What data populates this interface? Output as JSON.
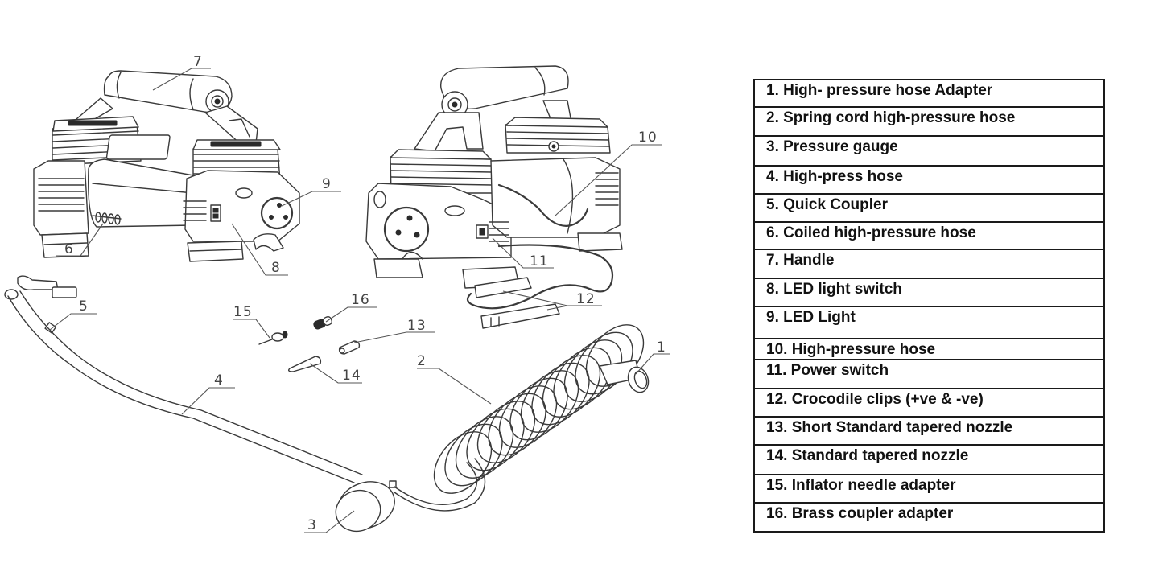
{
  "diagram": {
    "title": "Air compressor exploded parts diagram",
    "callouts": [
      {
        "number": "1",
        "part": "high-pressure-hose-adapter"
      },
      {
        "number": "2",
        "part": "spring-cord-high-pressure-hose"
      },
      {
        "number": "3",
        "part": "pressure-gauge"
      },
      {
        "number": "4",
        "part": "high-press-hose"
      },
      {
        "number": "5",
        "part": "quick-coupler"
      },
      {
        "number": "6",
        "part": "coiled-high-pressure-hose"
      },
      {
        "number": "7",
        "part": "handle"
      },
      {
        "number": "8",
        "part": "led-light-switch"
      },
      {
        "number": "9",
        "part": "led-light"
      },
      {
        "number": "10",
        "part": "high-pressure-hose"
      },
      {
        "number": "11",
        "part": "power-switch"
      },
      {
        "number": "12",
        "part": "crocodile-clips"
      },
      {
        "number": "13",
        "part": "short-standard-tapered-nozzle"
      },
      {
        "number": "14",
        "part": "standard-tapered-nozzle"
      },
      {
        "number": "15",
        "part": "inflator-needle-adapter"
      },
      {
        "number": "16",
        "part": "brass-coupler-adapter"
      }
    ]
  },
  "parts_list": [
    "1. High- pressure hose Adapter",
    "2. Spring cord high-pressure hose",
    "3. Pressure gauge",
    "4. High-press hose",
    "5. Quick Coupler",
    "6. Coiled high-pressure hose",
    "7. Handle",
    "8. LED light switch",
    "9. LED Light",
    "10. High-pressure hose",
    "11. Power switch",
    "12. Crocodile clips (+ve & -ve)",
    "13. Short Standard tapered nozzle",
    "14. Standard tapered nozzle",
    "15. Inflator needle adapter",
    "16. Brass coupler adapter"
  ]
}
